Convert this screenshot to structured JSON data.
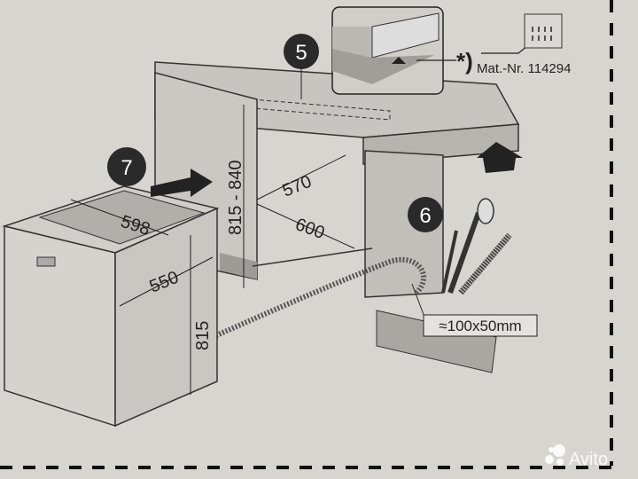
{
  "steps": {
    "five": "5",
    "six": "6",
    "seven": "7"
  },
  "dimensions": {
    "appliance_width": "598",
    "appliance_depth": "550",
    "appliance_height": "815",
    "niche_height": "815 - 840",
    "niche_depth": "570",
    "niche_width": "600",
    "opening": "≈100x50mm"
  },
  "footnote_marker": "*)",
  "material_number": "Mat.-Nr. 114294",
  "watermark": "Avito",
  "colors": {
    "paper": "#d6d5d0",
    "ink": "#222222",
    "panel": "#bdbcb7",
    "badge": "#2a2a2a"
  }
}
